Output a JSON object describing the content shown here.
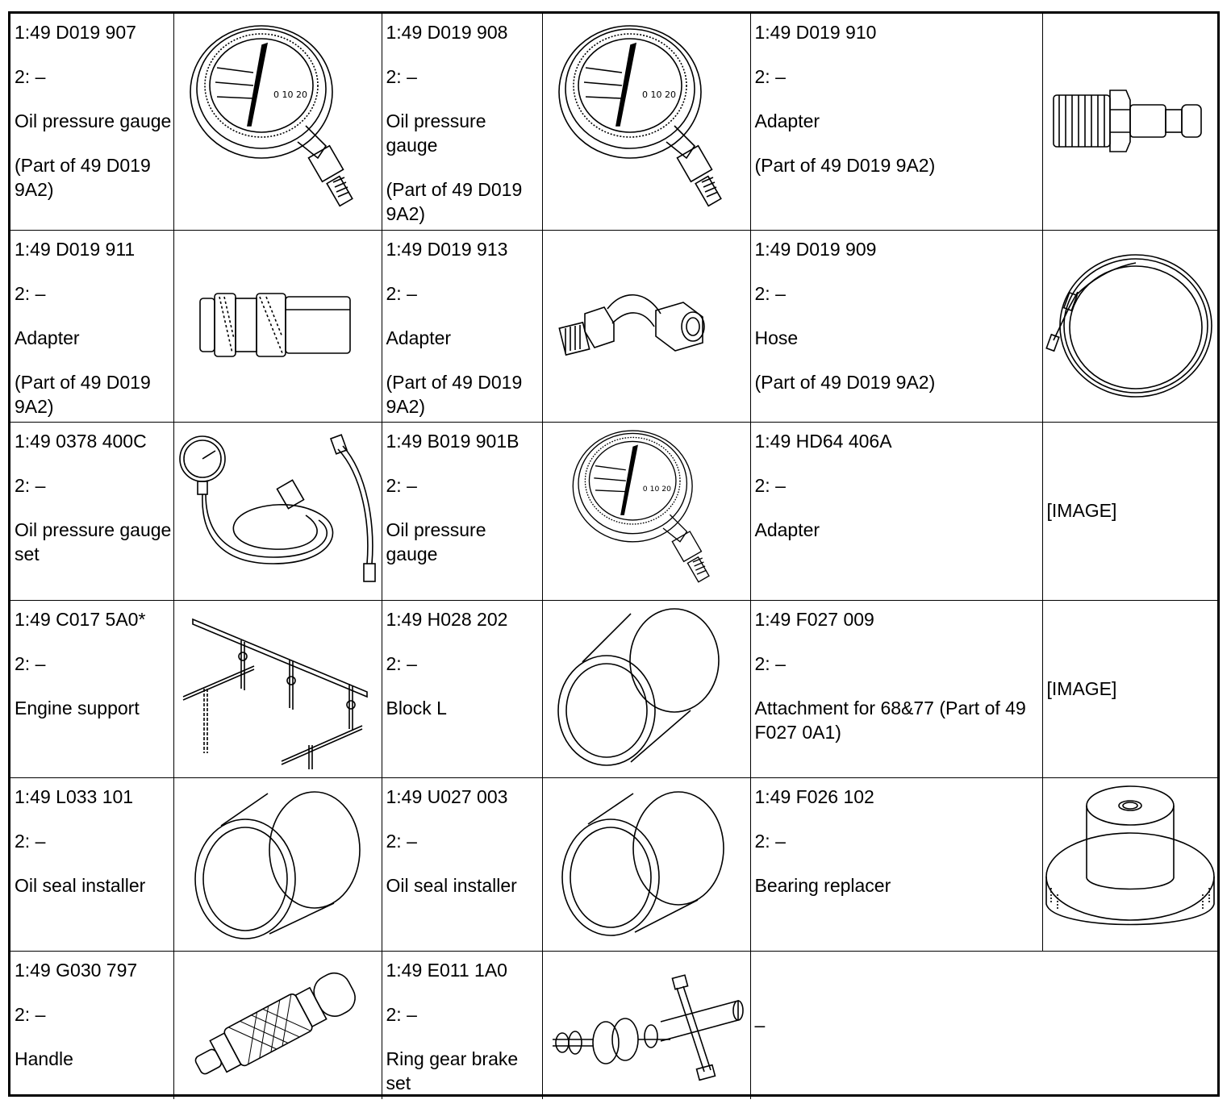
{
  "table": {
    "rows": [
      [
        {
          "code": "1:49 D019 907",
          "num2": "2: –",
          "name": "Oil pressure gauge",
          "note": "(Part of 49 D019 9A2)",
          "icon": "oil-pressure-gauge"
        },
        {
          "code": "1:49 D019 908",
          "num2": "2: –",
          "name": "Oil pressure gauge",
          "note": "(Part of 49 D019 9A2)",
          "icon": "oil-pressure-gauge"
        },
        {
          "code": "1:49 D019 910",
          "num2": "2: –",
          "name": "Adapter",
          "note": "(Part of 49 D019 9A2)",
          "icon": "adapter-plug"
        }
      ],
      [
        {
          "code": "1:49 D019 911",
          "num2": "2: –",
          "name": "Adapter",
          "note": "(Part of 49 D019 9A2)",
          "icon": "adapter-coupler"
        },
        {
          "code": "1:49 D019 913",
          "num2": "2: –",
          "name": "Adapter",
          "note": "(Part of 49 D019 9A2)",
          "icon": "adapter-elbow"
        },
        {
          "code": "1:49 D019 909",
          "num2": "2: –",
          "name": "Hose",
          "note": "(Part of 49 D019 9A2)",
          "icon": "hose-coil"
        }
      ],
      [
        {
          "code": "1:49 0378 400C",
          "num2": "2: –",
          "name": "Oil pressure gauge set",
          "note": "",
          "icon": "gauge-set"
        },
        {
          "code": "1:49 B019 901B",
          "num2": "2: –",
          "name": "Oil pressure gauge",
          "note": "",
          "icon": "oil-pressure-gauge"
        },
        {
          "code": "1:49 HD64 406A",
          "num2": "2: –",
          "name": "Adapter",
          "note": "",
          "image_placeholder": "[IMAGE]"
        }
      ],
      [
        {
          "code": "1:49 C017 5A0*",
          "num2": "2: –",
          "name": "Engine support",
          "note": "",
          "icon": "engine-support"
        },
        {
          "code": "1:49 H028 202",
          "num2": "2: –",
          "name": "Block L",
          "note": "",
          "icon": "cylinder-block"
        },
        {
          "code": "1:49 F027 009",
          "num2": "2: –",
          "name": "Attachment for 68&77 (Part of 49 F027 0A1)",
          "note": "",
          "image_placeholder": "[IMAGE]"
        }
      ],
      [
        {
          "code": "1:49 L033 101",
          "num2": "2: –",
          "name": "Oil seal installer",
          "note": "",
          "icon": "cylinder-installer"
        },
        {
          "code": "1:49 U027 003",
          "num2": "2: –",
          "name": "Oil seal installer",
          "note": "",
          "icon": "cylinder-installer"
        },
        {
          "code": "1:49 F026 102",
          "num2": "2: –",
          "name": "Bearing replacer",
          "note": "",
          "icon": "bearing-replacer"
        }
      ],
      [
        {
          "code": "1:49 G030 797",
          "num2": "2: –",
          "name": "Handle",
          "note": "",
          "icon": "knurled-handle"
        },
        {
          "code": "1:49 E011 1A0",
          "num2": "2: –",
          "name": "Ring gear brake set",
          "note": "",
          "icon": "ring-gear-brake"
        },
        {
          "empty_text": "–"
        }
      ]
    ]
  }
}
